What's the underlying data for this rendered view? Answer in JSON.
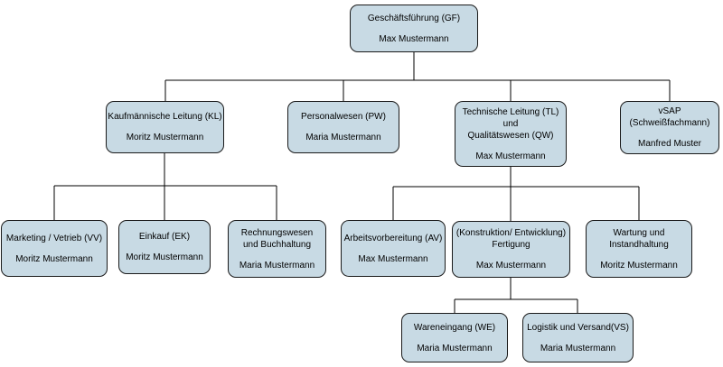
{
  "diagram": {
    "type": "org-chart",
    "language": "de"
  },
  "colors": {
    "box_fill": "#c8dae4",
    "box_border": "#1a1a1a",
    "connector": "#000000",
    "text": "#000000",
    "background": "#ffffff"
  },
  "boxes": [
    {
      "id": "gf",
      "title": "Geschäftsführung (GF)",
      "name": "Max Mustermann"
    },
    {
      "id": "kl",
      "title": "Kaufmännische Leitung (KL)",
      "name": "Moritz Mustermann"
    },
    {
      "id": "pw",
      "title": "Personalwesen (PW)",
      "name": "Maria Mustermann"
    },
    {
      "id": "tl",
      "title": "Technische Leitung (TL)\nund\nQualitätswesen (QW)",
      "name": "Max Mustermann"
    },
    {
      "id": "vsap",
      "title": "vSAP\n(Schweißfachmann)",
      "name": "Manfred Muster"
    },
    {
      "id": "mkt",
      "title": "Marketing / Vetrieb (VV)",
      "name": "Moritz Mustermann"
    },
    {
      "id": "ek",
      "title": "Einkauf (EK)",
      "name": "Moritz Mustermann"
    },
    {
      "id": "rw",
      "title": "Rechnungswesen\nund Buchhaltung",
      "name": "Maria Mustermann"
    },
    {
      "id": "av",
      "title": "Arbeitsvorbereitung (AV)",
      "name": "Max Mustermann"
    },
    {
      "id": "fert",
      "title": "(Konstruktion/ Entwicklung)\nFertigung",
      "name": "Max Mustermann"
    },
    {
      "id": "wart",
      "title": "Wartung und\nInstandhaltung",
      "name": "Moritz Mustermann"
    },
    {
      "id": "we",
      "title": "Wareneingang (WE)",
      "name": "Maria Mustermann"
    },
    {
      "id": "log",
      "title": "Logistik und Versand(VS)",
      "name": "Maria Mustermann"
    }
  ]
}
